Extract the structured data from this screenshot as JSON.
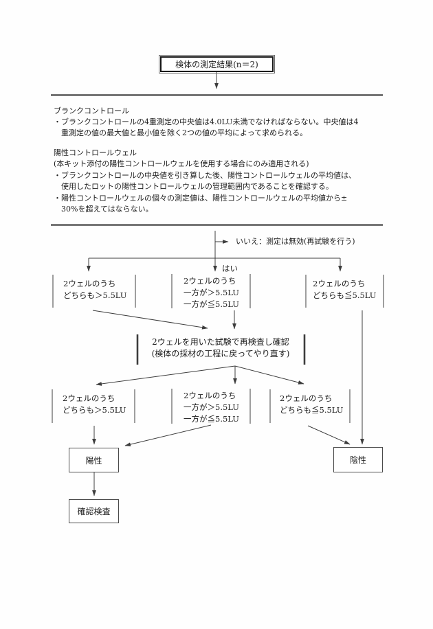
{
  "flowchart": {
    "start": "検体の測定結果(n＝2)",
    "blank_control": {
      "heading": "ブランクコントロール",
      "line1": "・ブランクコントロールの4重測定の中央値は4.0LU未満でなければならない。中央値は4",
      "line2": "重測定の値の最大値と最小値を除く2つの値の平均によって求められる。"
    },
    "positive_control": {
      "heading": "陽性コントロールウェル",
      "scope_note": "(本キット添付の陽性コントロールウェルを使用する場合にのみ適用される)",
      "line1": "・ブランクコントロールの中央値を引き算した後、陽性コントロールウェルの平均値は、",
      "line2": "使用したロットの陽性コントロールウェルの管理範囲内であることを確認する。",
      "line3": "・陽性コントロールウェルの個々の測定値は、陽性コントロールウェルの平均値から±",
      "line4": "30%を超えてはならない。"
    },
    "branch_no": "いいえ：測定は無効(再試験を行う)",
    "branch_yes": "はい",
    "row1": {
      "both_above": {
        "l1": "2ウェルのうち",
        "l2": "どちらも＞5.5LU"
      },
      "mixed": {
        "l1": "2ウェルのうち",
        "l2": "一方が＞5.5LU",
        "l3": "一方が≦5.5LU"
      },
      "both_below": {
        "l1": "2ウェルのうち",
        "l2": "どちらも≦5.5LU"
      }
    },
    "retest": {
      "l1": "2ウェルを用いた試験で再検査し確認",
      "l2": "(検体の採材の工程に戻ってやり直す)"
    },
    "row2": {
      "both_above": {
        "l1": "2ウェルのうち",
        "l2": "どちらも＞5.5LU"
      },
      "mixed": {
        "l1": "2ウェルのうち",
        "l2": "一方が＞5.5LU",
        "l3": "一方が≦5.5LU"
      },
      "both_below": {
        "l1": "2ウェルのうち",
        "l2": "どちらも≦5.5LU"
      }
    },
    "results": {
      "positive": "陽性",
      "negative": "陰性",
      "confirmatory": "確認検査"
    },
    "line_color": "#3d3d3d"
  }
}
